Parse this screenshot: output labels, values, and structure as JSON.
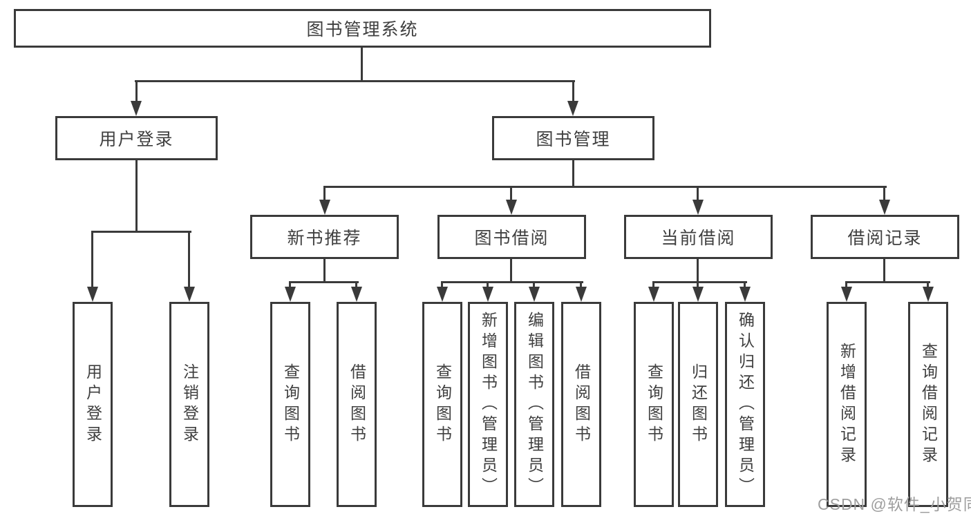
{
  "tree": {
    "root": {
      "label": "图书管理系统"
    },
    "branches": [
      {
        "label": "用户登录",
        "children": [
          {
            "label": "用户登录"
          },
          {
            "label": "注销登录"
          }
        ]
      },
      {
        "label": "图书管理",
        "children": [
          {
            "label": "新书推荐",
            "children": [
              {
                "label": "查询图书"
              },
              {
                "label": "借阅图书"
              }
            ]
          },
          {
            "label": "图书借阅",
            "children": [
              {
                "label": "查询图书"
              },
              {
                "label": "新增图书（管理员）"
              },
              {
                "label": "编辑图书（管理员）"
              },
              {
                "label": "借阅图书"
              }
            ]
          },
          {
            "label": "当前借阅",
            "children": [
              {
                "label": "查询图书"
              },
              {
                "label": "归还图书"
              },
              {
                "label": "确认归还（管理员）"
              }
            ]
          },
          {
            "label": "借阅记录",
            "children": [
              {
                "label": "新增借阅记录"
              },
              {
                "label": "查询借阅记录"
              }
            ]
          }
        ]
      }
    ]
  },
  "watermark": "CSDN @软件_小贺同学",
  "colors": {
    "line": "#3a3a3a",
    "box_border": "#3a3a3a",
    "text": "#3f3f3f",
    "watermark": "#9e9e9e",
    "background": "#ffffff"
  }
}
